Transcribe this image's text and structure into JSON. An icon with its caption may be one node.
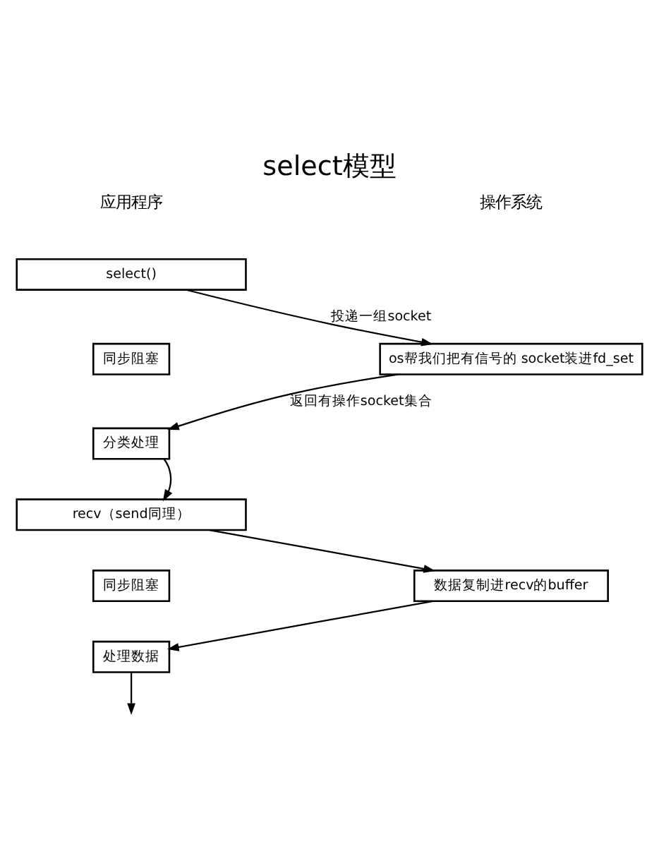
{
  "diagram": {
    "title": "select模型",
    "nodes": [
      {
        "text": [
          "select()"
        ]
      },
      {
        "text": [
          "os帮我们把有信号的 socket装进fd_set"
        ]
      },
      {
        "text": [
          "同步阻塞"
        ]
      },
      {
        "text": [
          "分类处理"
        ]
      },
      {
        "text": [
          "recv（send同理）"
        ]
      },
      {
        "text": [
          "同步阻塞"
        ]
      },
      {
        "text": [
          "数据复制进recv的buffer"
        ]
      },
      {
        "text": [
          "处理数据"
        ]
      }
    ],
    "edges": [
      {
        "from": 0,
        "to": 1,
        "arrow": "to",
        "label": "投递一组socket"
      },
      {
        "from": 1,
        "to": 3,
        "arrow": "to",
        "label": "返回有操作socket集合"
      },
      {
        "from": 3,
        "to": 4,
        "arrow": "to"
      },
      {
        "from": 4,
        "to": 6,
        "arrow": "to"
      },
      {
        "from": 6,
        "to": 7,
        "arrow": "to"
      },
      {
        "from": 7,
        "to": null,
        "arrow": "to"
      }
    ],
    "labels": [
      "应用程序",
      "操作系统"
    ]
  }
}
